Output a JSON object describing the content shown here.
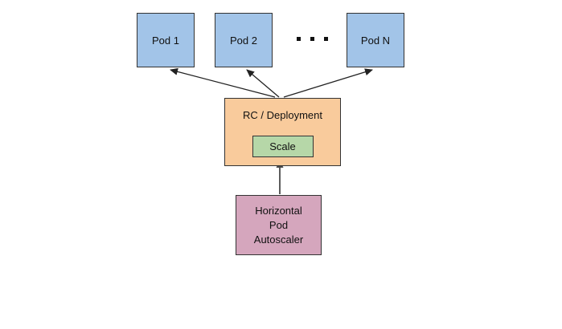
{
  "diagram": {
    "type": "architecture-diagram",
    "topic": "Kubernetes Horizontal Pod Autoscaler",
    "nodes": {
      "pod1": {
        "label": "Pod 1",
        "fill": "#a2c4e8"
      },
      "pod2": {
        "label": "Pod 2",
        "fill": "#a2c4e8"
      },
      "podN": {
        "label": "Pod N",
        "fill": "#a2c4e8"
      },
      "ellipsis": {
        "label": "...",
        "style": "three-square-dots"
      },
      "rc": {
        "label": "RC / Deployment",
        "fill": "#f9cb9c"
      },
      "scale": {
        "label": "Scale",
        "fill": "#b6d7a8"
      },
      "hpa": {
        "label": "Horizontal Pod Autoscaler",
        "lines": [
          "Horizontal",
          "Pod",
          "Autoscaler"
        ],
        "fill": "#d5a6bd"
      }
    },
    "edges": [
      {
        "from": "rc",
        "to": "pod1",
        "arrowhead": "at-pod1"
      },
      {
        "from": "rc",
        "to": "pod2",
        "arrowhead": "at-pod2"
      },
      {
        "from": "rc",
        "to": "podN",
        "arrowhead": "at-podN"
      },
      {
        "from": "hpa",
        "to": "scale",
        "arrowhead": "at-scale"
      }
    ],
    "colors": {
      "border": "#333333",
      "arrow": "#222222",
      "hpa_arrow": "#4a4a4a",
      "text": "#111111",
      "background": "#ffffff"
    }
  }
}
